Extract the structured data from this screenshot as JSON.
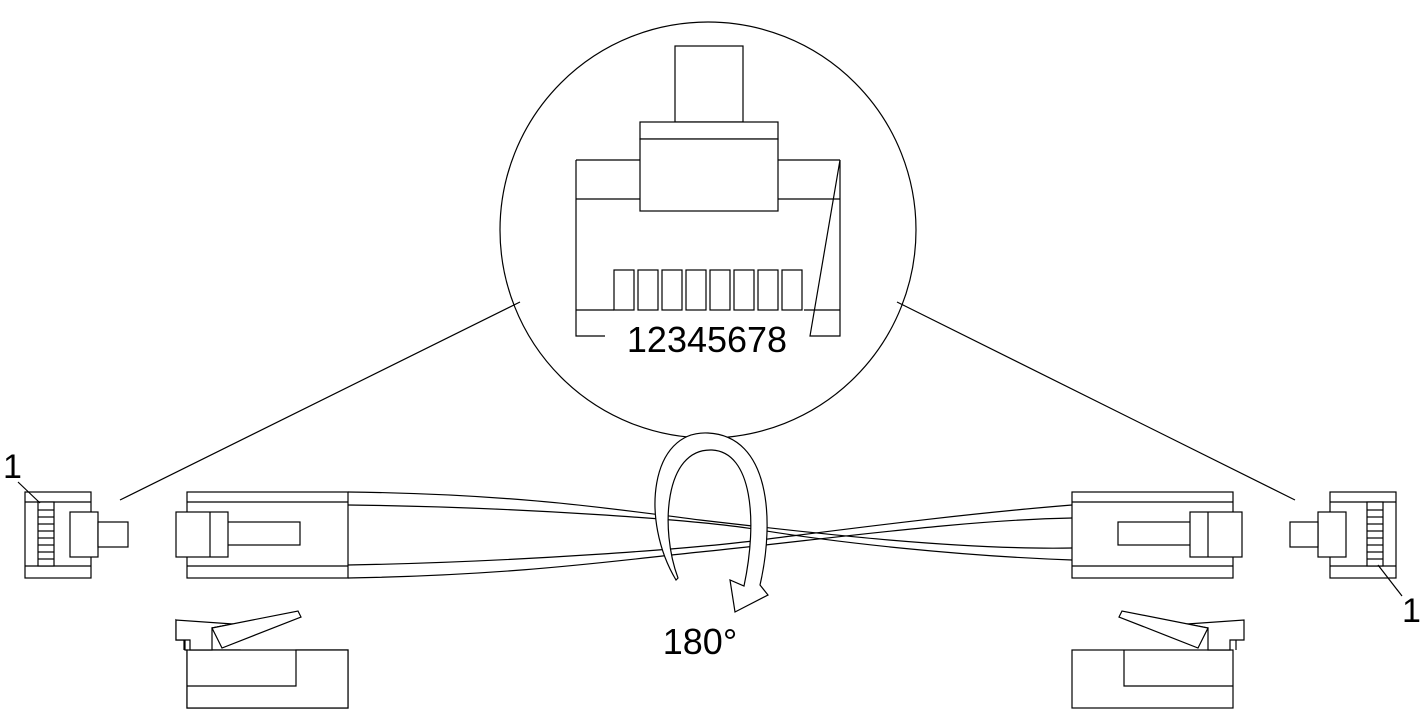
{
  "labels": {
    "pin_numbers": "12345678",
    "pin_one_left": "1",
    "pin_one_right": "1",
    "rotation": "180°"
  },
  "colors": {
    "line": "#000000",
    "background": "#ffffff"
  }
}
